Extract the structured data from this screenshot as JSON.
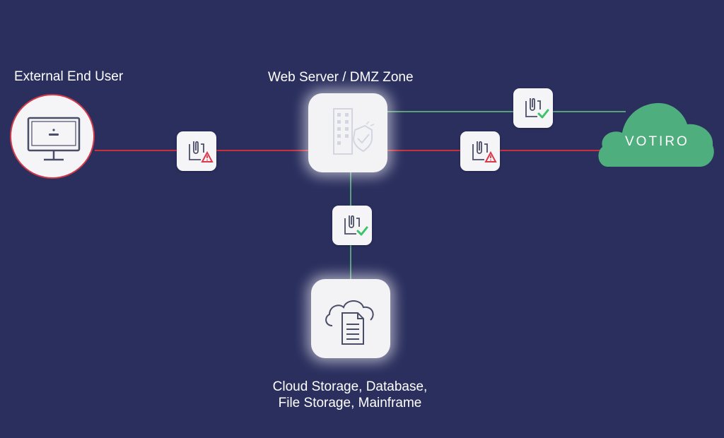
{
  "nodes": {
    "external_user": {
      "label": "External End User"
    },
    "web_server": {
      "label": "Web Server / DMZ Zone"
    },
    "storage": {
      "label_line1": "Cloud Storage, Database,",
      "label_line2": "File Storage, Mainframe"
    },
    "votiro": {
      "brand": "VOTIRO"
    }
  },
  "connections": [
    {
      "from": "external_user",
      "to": "web_server",
      "status": "threat"
    },
    {
      "from": "web_server",
      "to": "votiro",
      "status": "threat"
    },
    {
      "from": "votiro",
      "to": "web_server",
      "status": "clean"
    },
    {
      "from": "web_server",
      "to": "storage",
      "status": "clean"
    }
  ],
  "colors": {
    "background": "#2b2f5e",
    "threat_line": "#c8303e",
    "clean_line": "#5aa07a",
    "votiro_cloud": "#4fae7d",
    "warning_icon": "#e0364a",
    "check_icon": "#3cc36a"
  },
  "icons": {
    "user": "monitor-icon",
    "server": "building-shield-icon",
    "storage": "cloud-document-icon",
    "threat_file": "file-warning-icon",
    "clean_file": "file-check-icon"
  }
}
